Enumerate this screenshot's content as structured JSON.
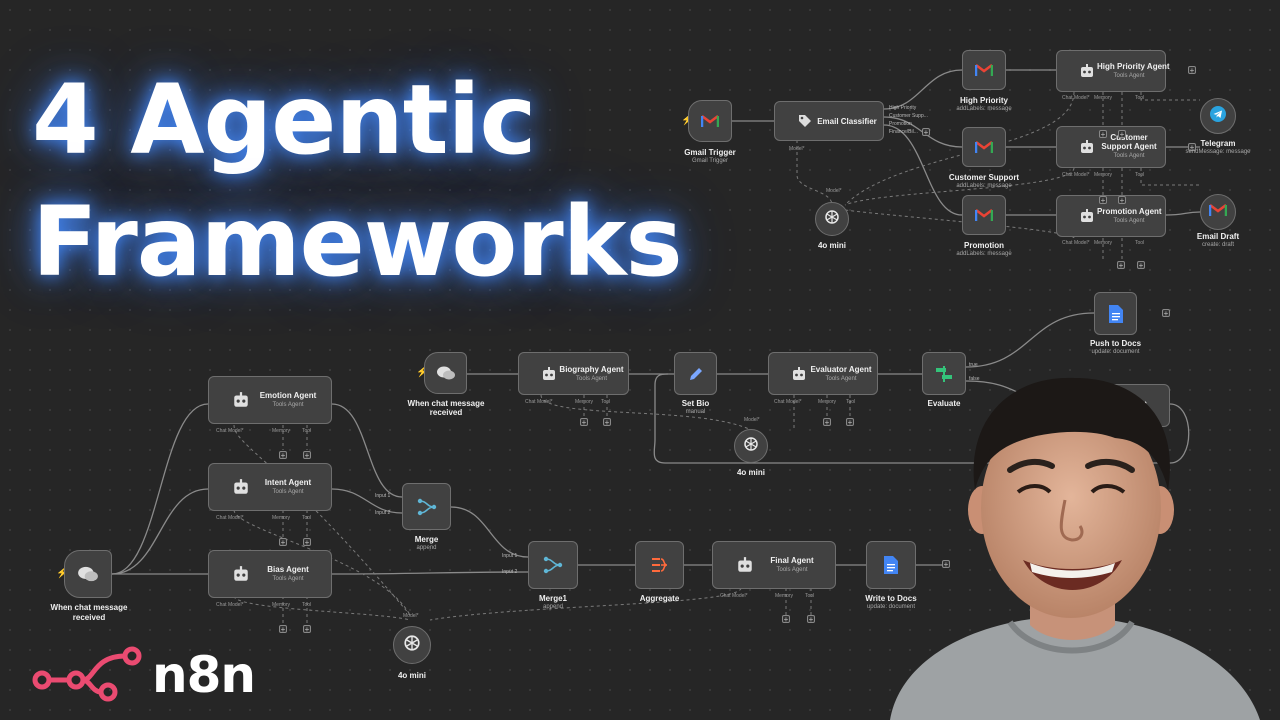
{
  "headline": {
    "line1": "4 Agentic",
    "line2": "Frameworks"
  },
  "brand": {
    "name": "n8n",
    "color": "#ea4b71"
  },
  "colors": {
    "canvas_bg": "#262626",
    "node_bg": "#414141",
    "node_border": "#6e6e6e",
    "glow": "#4a8cff"
  },
  "wf1": {
    "trigger": {
      "title": "Gmail Trigger",
      "sub": "Gmail Trigger"
    },
    "classifier": {
      "title": "Email Classifier",
      "outputs": [
        "High Priority",
        "Customer Supp...",
        "Promotion",
        "Finance/Bil..."
      ],
      "model_label": "Model*"
    },
    "gmail_high": {
      "title": "High Priority",
      "sub": "addLabels: message"
    },
    "gmail_support": {
      "title": "Customer Support",
      "sub": "addLabels: message"
    },
    "gmail_promo": {
      "title": "Promotion",
      "sub": "addLabels: message"
    },
    "agent_high": {
      "title": "High Priority Agent",
      "sub": "Tools Agent"
    },
    "agent_support": {
      "title": "Customer Support Agent",
      "sub": "Tools Agent"
    },
    "agent_promo": {
      "title": "Promotion Agent",
      "sub": "Tools Agent"
    },
    "telegram": {
      "title": "Telegram",
      "sub": "sendMessage: message"
    },
    "email_draft": {
      "title": "Email Draft",
      "sub": "create: draft"
    },
    "model": {
      "title": "4o mini"
    },
    "ports": {
      "chat_model": "Chat Model*",
      "memory": "Memory",
      "tool": "Tool"
    }
  },
  "wf2": {
    "trigger": {
      "title": "When chat message received"
    },
    "biography": {
      "title": "Biography Agent",
      "sub": "Tools Agent"
    },
    "set_bio": {
      "title": "Set Bio",
      "sub": "manual"
    },
    "evaluator": {
      "title": "Evaluator Agent",
      "sub": "Tools Agent"
    },
    "evaluate": {
      "title": "Evaluate",
      "true_label": "true",
      "false_label": "false"
    },
    "push_docs": {
      "title": "Push to Docs",
      "sub": "update: document"
    },
    "partial_agent": {
      "title": "r Agent"
    },
    "model": {
      "title": "4o mini"
    },
    "model_port": "Model*"
  },
  "wf3": {
    "trigger": {
      "title": "When chat message received"
    },
    "emotion": {
      "title": "Emotion Agent",
      "sub": "Tools Agent"
    },
    "intent": {
      "title": "Intent Agent",
      "sub": "Tools Agent"
    },
    "bias": {
      "title": "Bias Agent",
      "sub": "Tools Agent"
    },
    "merge": {
      "title": "Merge",
      "sub": "append",
      "in1": "Input 1",
      "in2": "Input 2"
    },
    "merge1": {
      "title": "Merge1",
      "sub": "append",
      "in1": "Input 1",
      "in2": "Input 2"
    },
    "aggregate": {
      "title": "Aggregate"
    },
    "final": {
      "title": "Final Agent",
      "sub": "Tools Agent"
    },
    "write_docs": {
      "title": "Write to Docs",
      "sub": "update: document"
    },
    "model": {
      "title": "4o mini"
    },
    "model_port": "Model*"
  }
}
